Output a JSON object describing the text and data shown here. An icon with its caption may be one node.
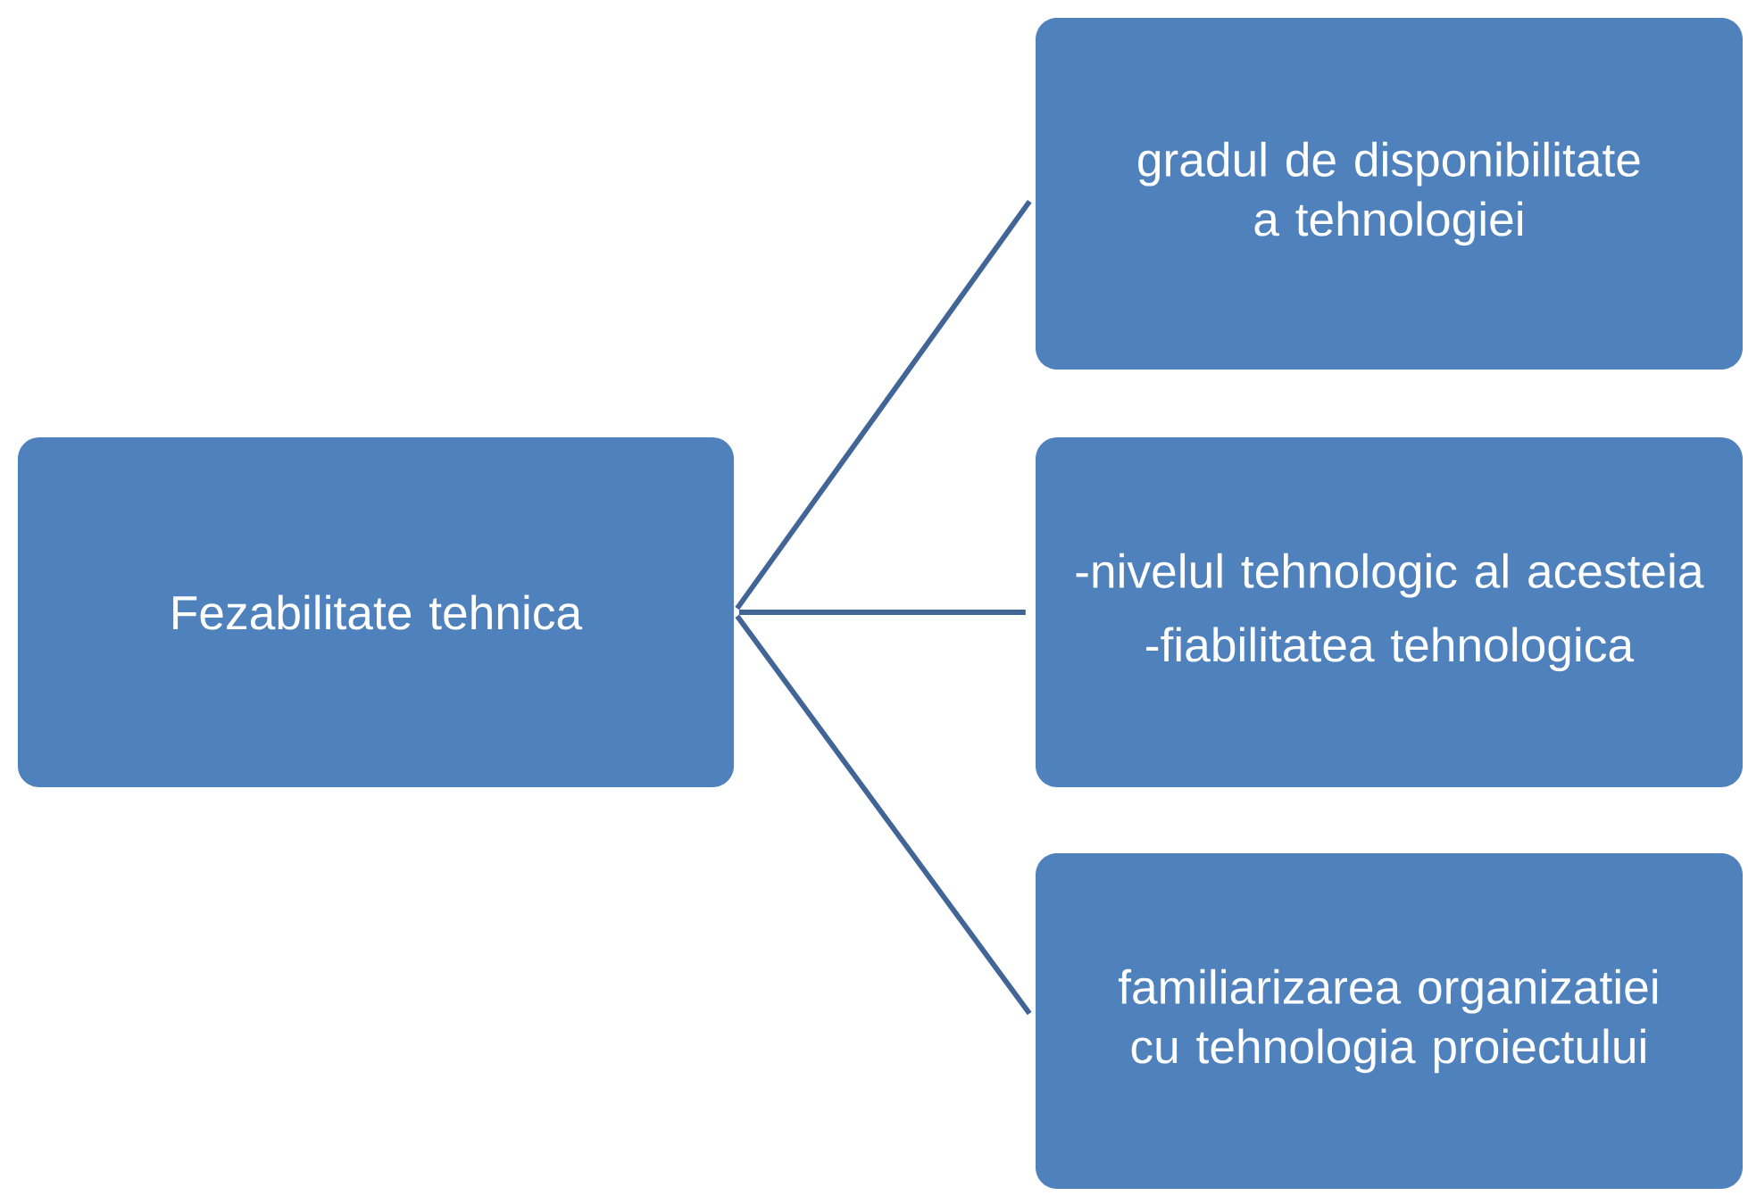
{
  "diagram": {
    "nodes": [
      {
        "text": [
          "Fezabilitate tehnica"
        ]
      },
      {
        "text": [
          "gradul de disponibilitate a tehnologiei"
        ]
      },
      {
        "text": [
          "-nivelul tehnologic al acesteia",
          "-fiabilitatea tehnologica"
        ]
      },
      {
        "text": [
          "familiarizarea organizatiei cu tehnologia proiectului"
        ]
      }
    ],
    "edges": [
      {
        "from": 0,
        "to": 1,
        "arrow": "none"
      },
      {
        "from": 0,
        "to": 2,
        "arrow": "none"
      },
      {
        "from": 0,
        "to": 3,
        "arrow": "none"
      }
    ]
  }
}
